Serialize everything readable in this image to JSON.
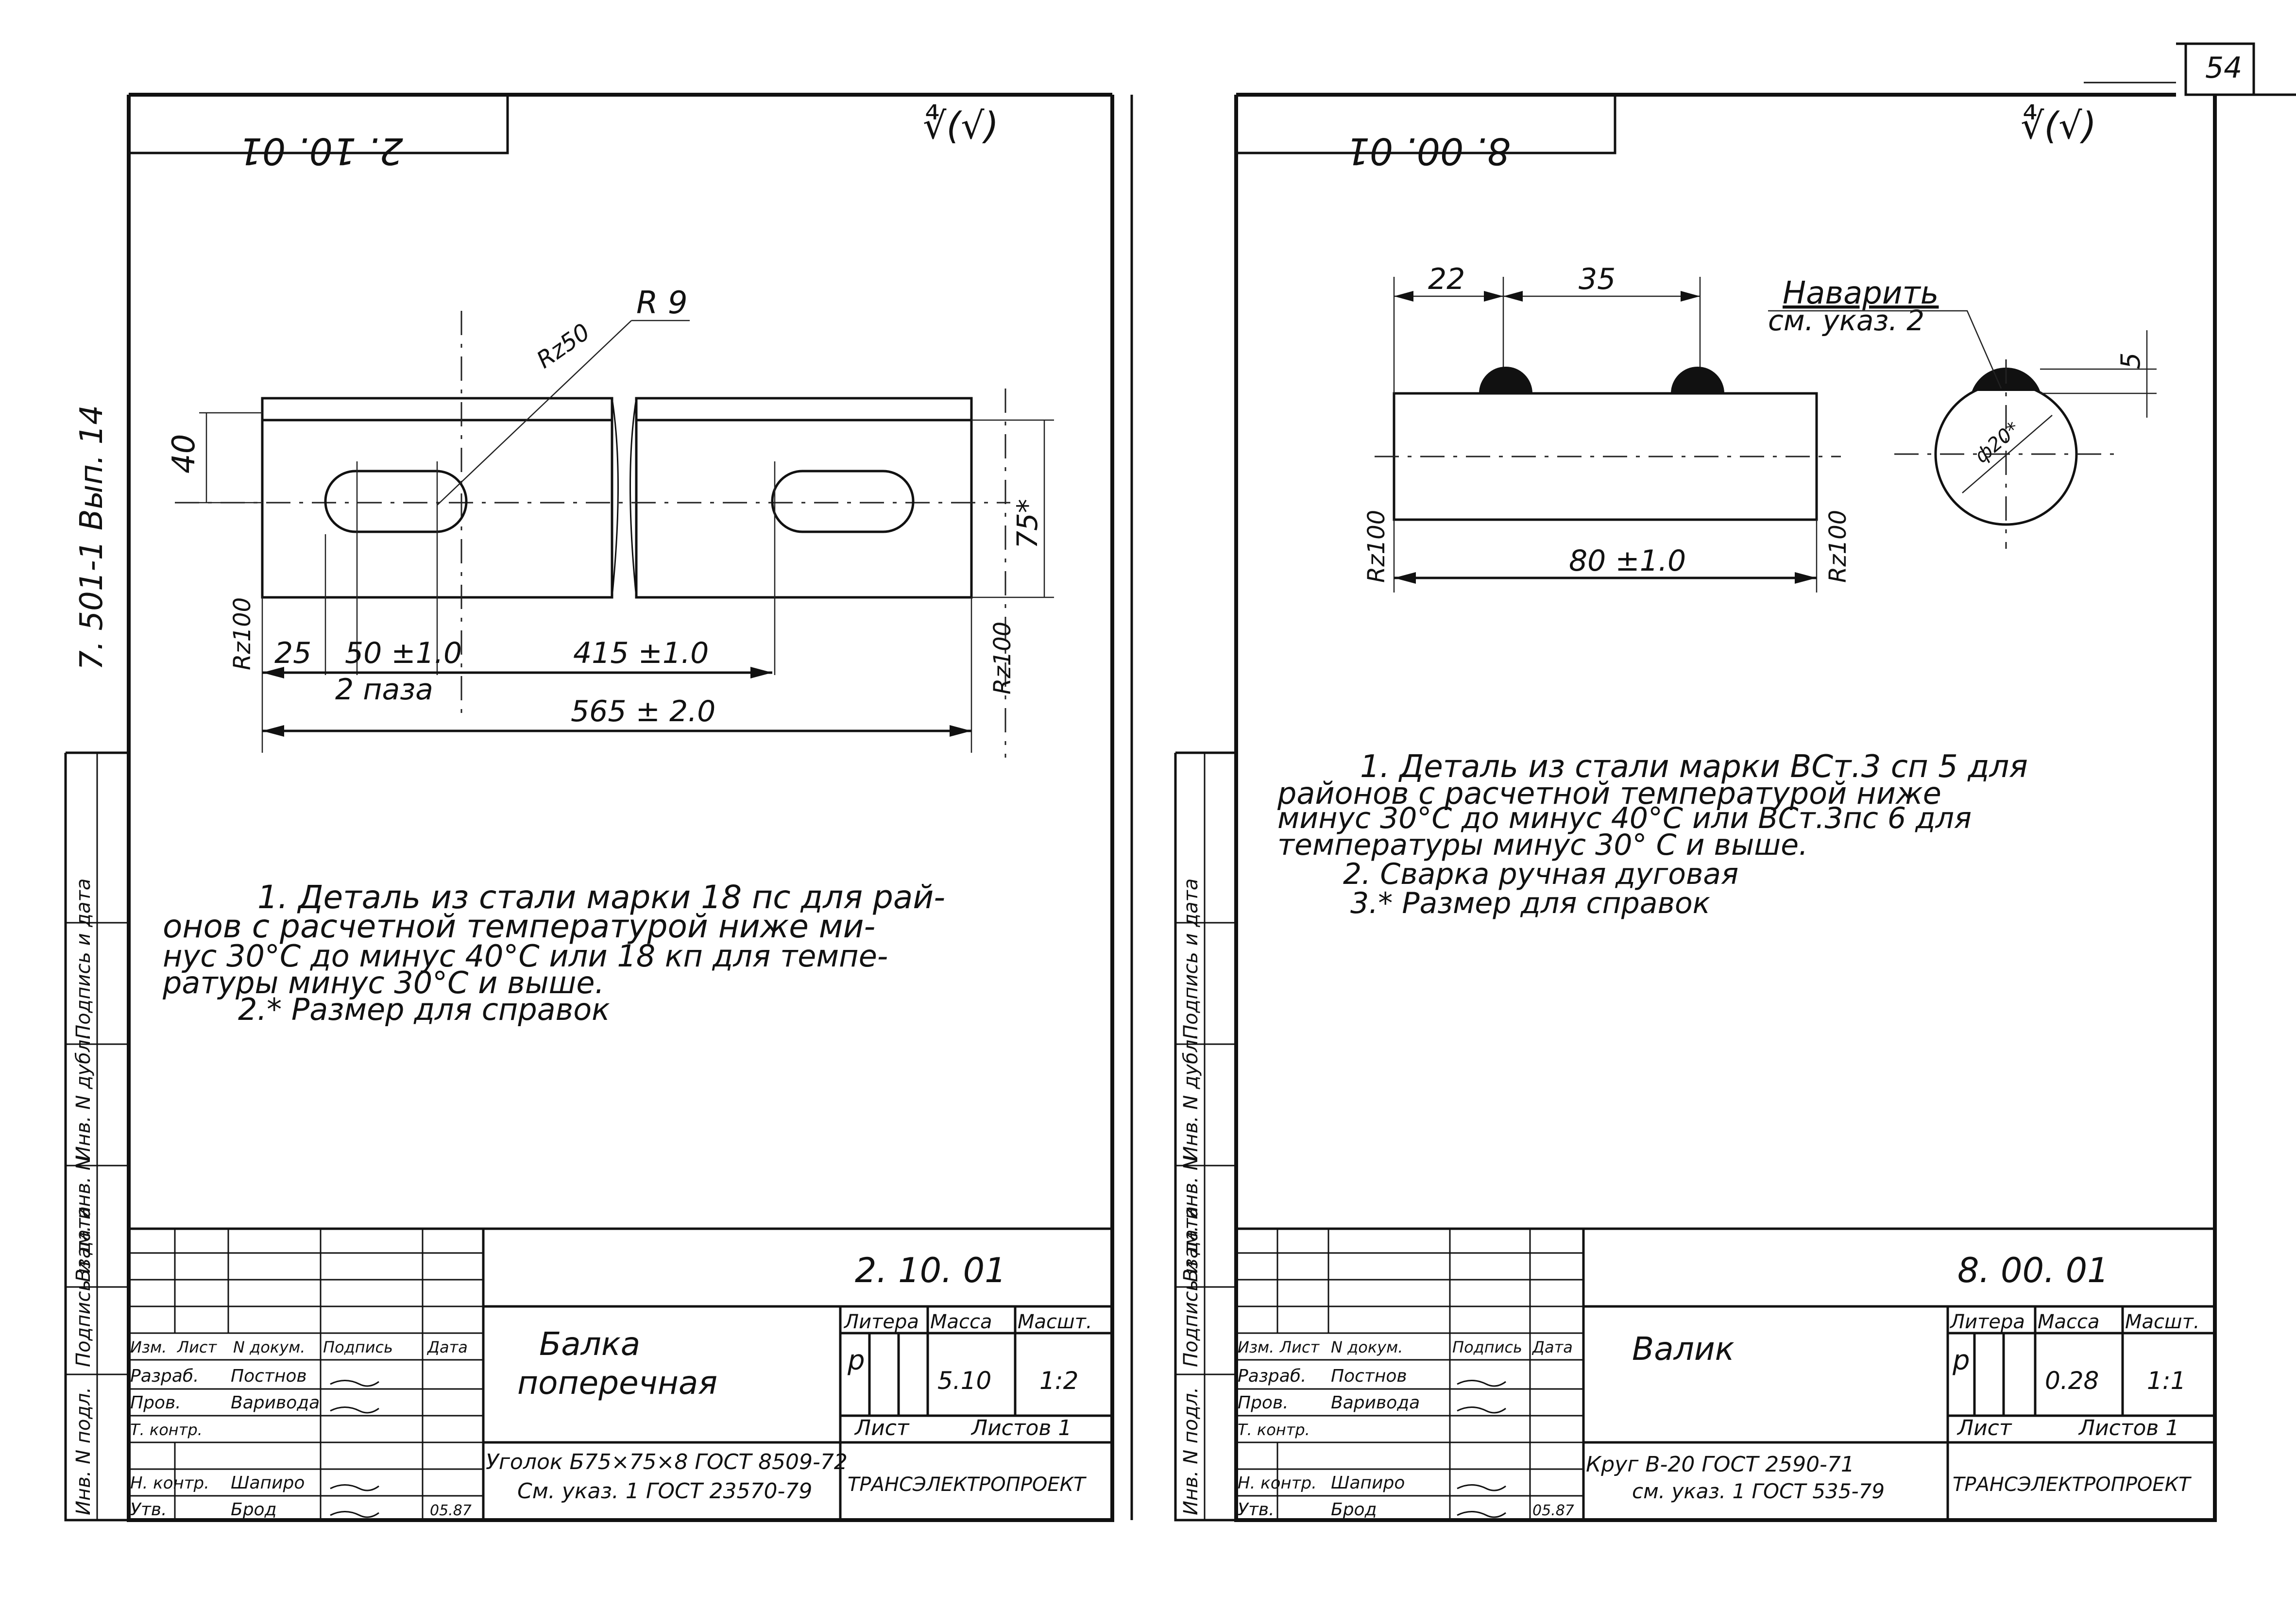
{
  "page_number": "54",
  "series_designation": "7. 501-1 Вып. 14",
  "side_labels": [
    "Инв. N подл.",
    "Подпись и дата",
    "Взам. инв. N",
    "Инв. N дубл.",
    "Подпись и дата"
  ],
  "sheets": [
    {
      "code": "2. 10. 01",
      "code_stamp": "2. 10. 01",
      "roughness": "∜(√)",
      "drawing": {
        "r9": "R 9",
        "rz50": "Rz50",
        "h40": "40",
        "h75": "75*",
        "d25": "25",
        "d50": "50 ±1.0",
        "d415": "415 ±1.0",
        "d565": "565 ± 2.0",
        "slots": "2 паза",
        "rz100_left": "Rz100",
        "rz100_right": "Rz100"
      },
      "notes": [
        "1. Деталь из стали марки 18 пс для рай-",
        "онов с расчетной температурой ниже ми-",
        "нус 30°С до минус 40°С или 18 кп для темпе-",
        "ратуры минус 30°С и выше.",
        "2.* Размер для справок"
      ],
      "title": [
        "Балка",
        "поперечная"
      ],
      "material": [
        "Уголок Б75×75×8 ГОСТ 8509-72",
        "См. указ. 1 ГОСТ 23570-79"
      ],
      "litera": "р",
      "mass": "5.10",
      "scale": "1:2",
      "sheet": "Лист",
      "sheets_total": "Листов 1",
      "org": "ТРАНСЭЛЕКТРОПРОЕКТ",
      "roles": [
        "Изм.",
        "Лист",
        "N докум.",
        "Подпись",
        "Дата"
      ],
      "signers": [
        {
          "role": "Разраб.",
          "name": "Постнов"
        },
        {
          "role": "Пров.",
          "name": "Варивода"
        },
        {
          "role": "Т. контр.",
          "name": ""
        },
        {
          "role": "",
          "name": ""
        },
        {
          "role": "Н. контр.",
          "name": "Шапиро"
        },
        {
          "role": "Утв.",
          "name": "Брод"
        }
      ],
      "date": "05.87"
    },
    {
      "code": "8. 00. 01",
      "code_stamp": "8. 00. 01",
      "roughness": "∜(√)",
      "drawing": {
        "d22": "22",
        "d35": "35",
        "weld": "Наварить",
        "weld_ref": "см. указ. 2",
        "d5": "5",
        "phi20": "ф20*",
        "d80": "80 ±1.0",
        "rz100_left": "Rz100",
        "rz100_right": "Rz100"
      },
      "notes": [
        "1. Деталь из стали марки ВСт.3 сп 5 для",
        "районов с расчетной температурой ниже",
        "минус 30°С до минус 40°С или ВСт.3пс 6 для",
        "температуры минус 30° С и выше.",
        "2. Сварка ручная дуговая",
        "3.* Размер для справок"
      ],
      "title": [
        "Валик"
      ],
      "material": [
        "Круг  В-20 ГОСТ 2590-71",
        "см. указ. 1  ГОСТ 535-79"
      ],
      "litera": "р",
      "mass": "0.28",
      "scale": "1:1",
      "sheet": "Лист",
      "sheets_total": "Листов 1",
      "org": "ТРАНСЭЛЕКТРОПРОЕКТ",
      "roles": [
        "Изм.",
        "Лист",
        "N докум.",
        "Подпись",
        "Дата"
      ],
      "signers": [
        {
          "role": "Разраб.",
          "name": "Постнов"
        },
        {
          "role": "Пров.",
          "name": "Варивода"
        },
        {
          "role": "Т. контр.",
          "name": ""
        },
        {
          "role": "",
          "name": ""
        },
        {
          "role": "Н. контр.",
          "name": "Шапиро"
        },
        {
          "role": "Утв.",
          "name": "Брод"
        }
      ],
      "date": "05.87"
    }
  ]
}
